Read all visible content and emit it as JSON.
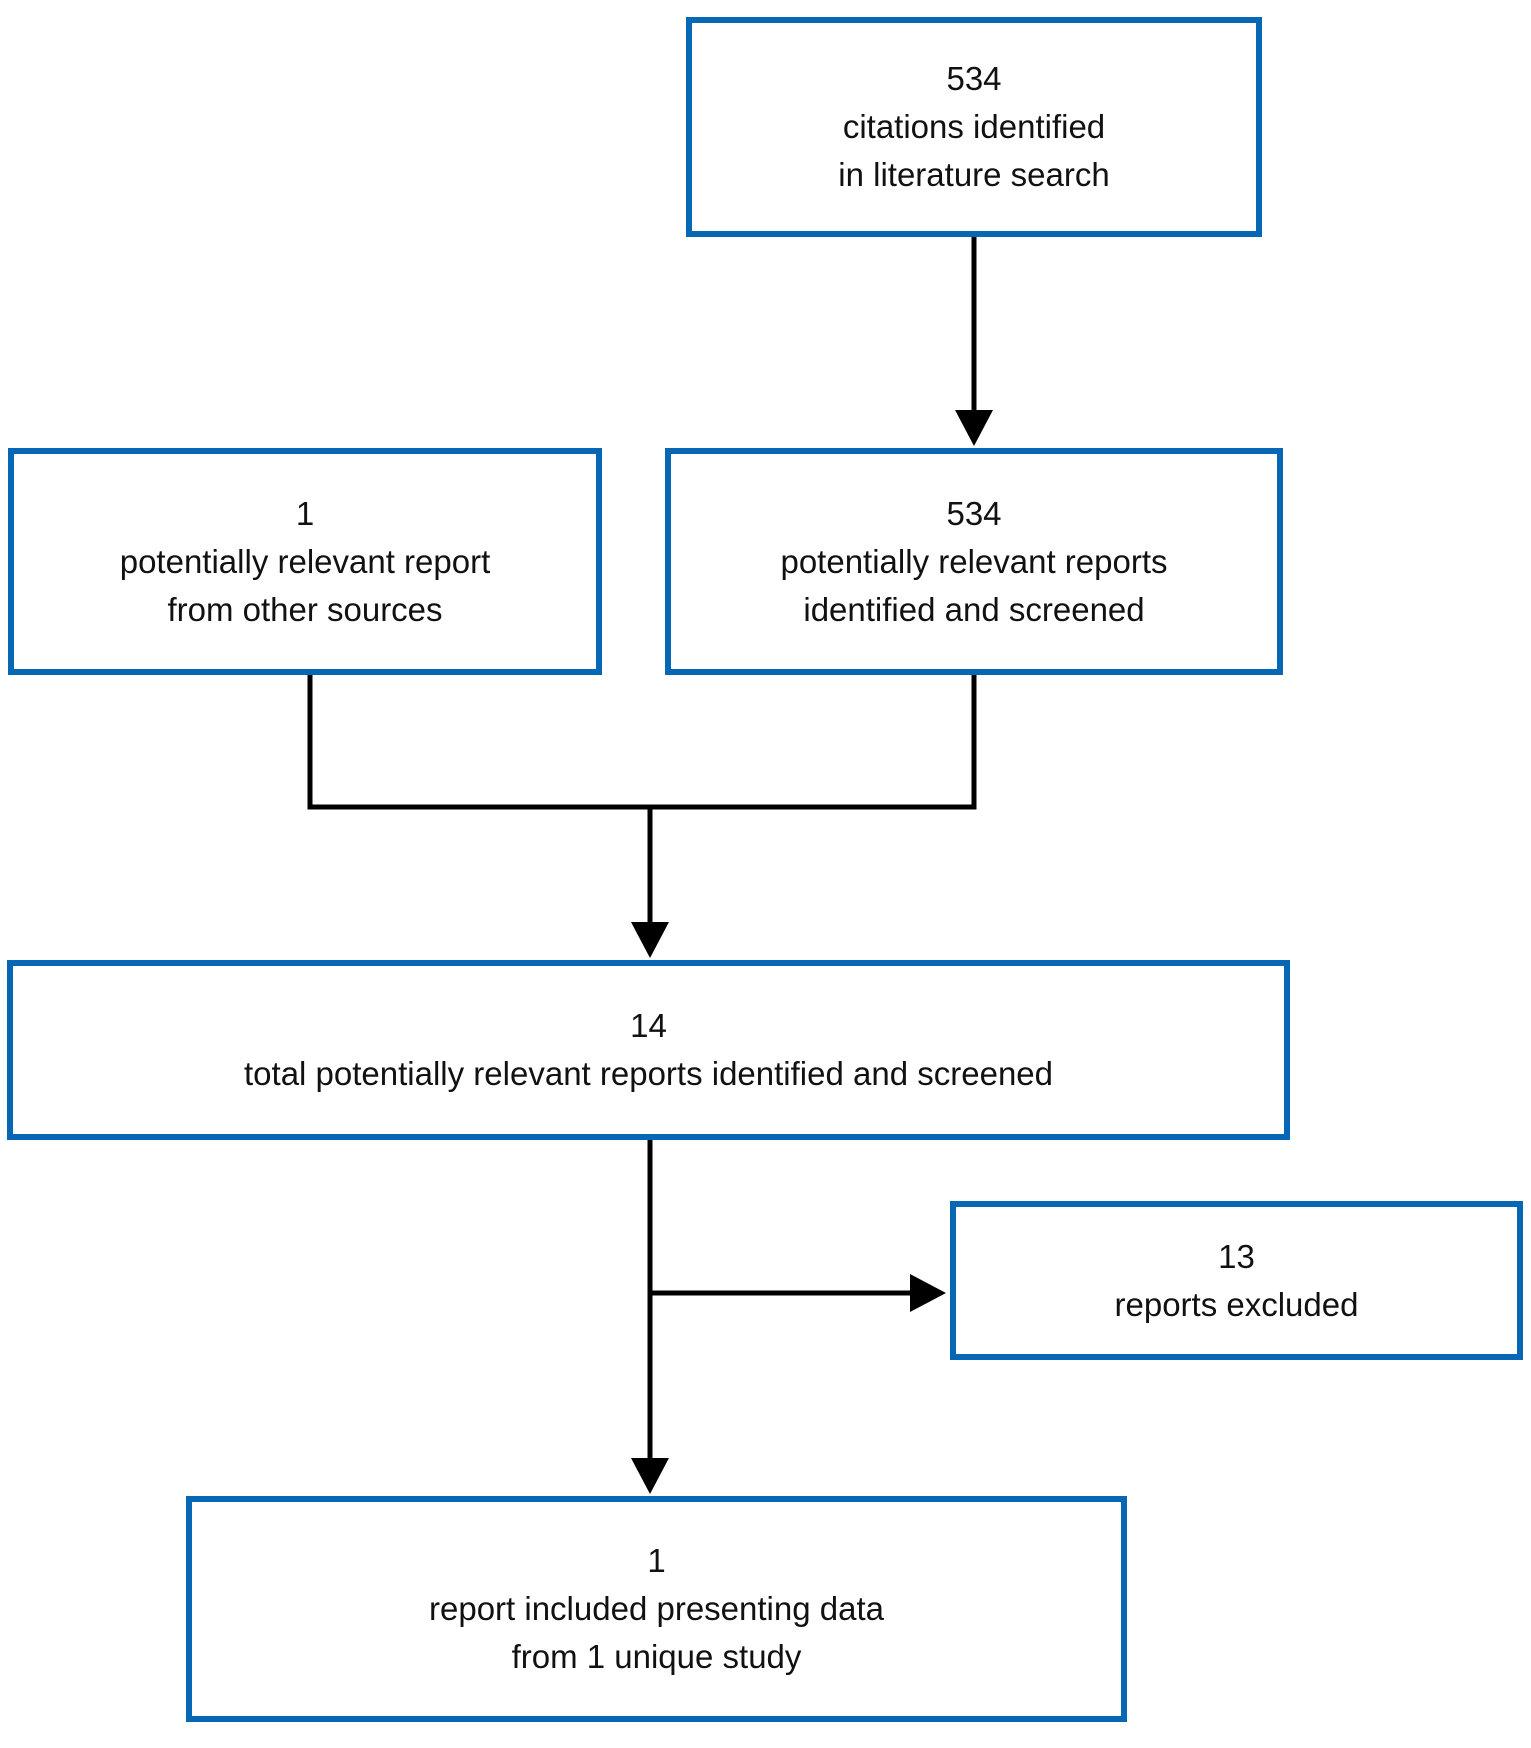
{
  "colors": {
    "box_border": "#0667b5",
    "connector": "#000000",
    "text": "#111111",
    "background": "#ffffff"
  },
  "nodes": {
    "citations": {
      "count": "534",
      "line1": "citations identified",
      "line2": "in literature search"
    },
    "other_sources": {
      "count": "1",
      "line1": "potentially relevant report",
      "line2": "from other sources"
    },
    "screened": {
      "count": "534",
      "line1": "potentially relevant reports",
      "line2": "identified and screened"
    },
    "total": {
      "count": "14",
      "line1": "total potentially relevant reports identified and screened"
    },
    "excluded": {
      "count": "13",
      "line1": "reports excluded"
    },
    "included": {
      "count": "1",
      "line1": "report included presenting data",
      "line2": "from 1 unique study"
    }
  }
}
